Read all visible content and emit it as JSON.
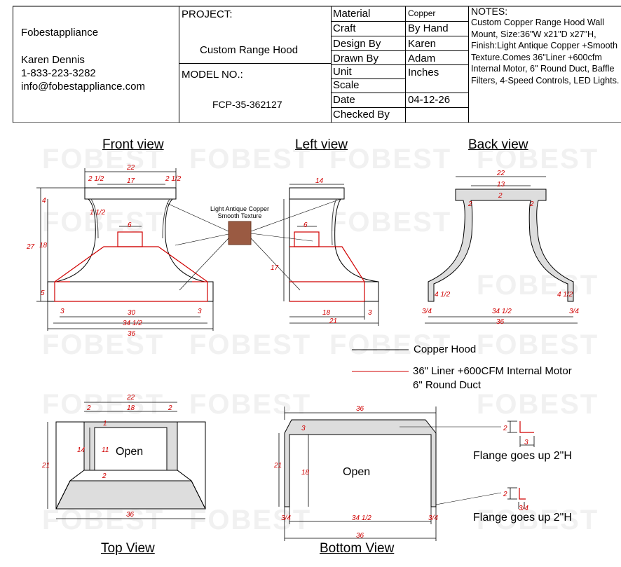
{
  "company": {
    "name": "Fobestappliance",
    "contact_name": "Karen Dennis",
    "phone": "1-833-223-3282",
    "email": "info@fobestappliance.com"
  },
  "project": {
    "label": "PROJECT:",
    "value": "Custom Range Hood",
    "model_label": "MODEL NO.:",
    "model_value": "FCP-35-362127"
  },
  "specs": [
    {
      "label": "Material",
      "value": "Copper"
    },
    {
      "label": "Craft",
      "value": "By Hand"
    },
    {
      "label": "Design By",
      "value": "Karen"
    },
    {
      "label": "Drawn By",
      "value": "Adam"
    },
    {
      "label": "Unit",
      "value": "Inches"
    },
    {
      "label": "Scale",
      "value": ""
    },
    {
      "label": "Date",
      "value": "04-12-26"
    },
    {
      "label": "Checked By",
      "value": ""
    }
  ],
  "notes": {
    "title": "NOTES:",
    "body": "Custom Copper Range Hood Wall Mount, Size:36\"W x21\"D x27\"H, Finish:Light Antique Copper +Smooth Texture.Comes 36\"Liner +600cfm Internal Motor, 6\" Round Duct, Baffle Filters, 4-Speed Controls, LED Lights."
  },
  "views": {
    "front": "Front view",
    "left": "Left view",
    "back": "Back view",
    "top": "Top View",
    "bottom": "Bottom View"
  },
  "swatch_label": {
    "line1": "Light Antique Copper",
    "line2": "Smooth Texture"
  },
  "legend": {
    "copper_hood": "Copper Hood",
    "liner_line1": "36\" Liner +600CFM Internal Motor",
    "liner_line2": "6\" Round Duct"
  },
  "open_labels": {
    "top": "Open",
    "bottom": "Open"
  },
  "flange_notes": {
    "first": "Flange goes up 2\"H",
    "second": "Flange goes up 2\"H"
  },
  "watermark": "FOBEST",
  "dimensions": {
    "front": {
      "top_width": "22",
      "inner_width": "17",
      "left_step": "2 1/2",
      "right_step": "2 1/2",
      "top_trim": "4",
      "overall_height": "27",
      "body_height": "18",
      "curve_offset": "1 1/2",
      "duct": "6",
      "band_height": "5",
      "liner_width": "30",
      "side_left": "3",
      "side_right": "3",
      "outer": "34 1/2",
      "overall_width": "36"
    },
    "left": {
      "top_depth": "14",
      "duct": "6",
      "height": "17",
      "liner_depth": "18",
      "side": "3",
      "overall_depth": "21"
    },
    "back": {
      "top_width": "22",
      "inner_width": "13",
      "center": "2",
      "left_step": "2",
      "right_step": "2",
      "leg_left": "4 1/2",
      "leg_right": "4 1/2",
      "flange_left": "3/4",
      "flange_right": "3/4",
      "inner": "34 1/2",
      "overall_width": "36"
    },
    "top": {
      "width": "22",
      "left": "2",
      "inner": "18",
      "right": "2",
      "inner_depth": "14",
      "opening": "11",
      "gap": "1",
      "bottom_gap": "2",
      "depth": "21",
      "overall_width": "36"
    },
    "bottom": {
      "overall_width": "36",
      "band": "3",
      "depth": "21",
      "inner_depth": "18",
      "flange_left": "3/4",
      "inner": "34 1/2",
      "flange_right": "3/4",
      "bottom_width": "36",
      "flange_height": "2",
      "flange_width": "3",
      "flange2_height": "2",
      "flange2_width": "3/4"
    }
  }
}
